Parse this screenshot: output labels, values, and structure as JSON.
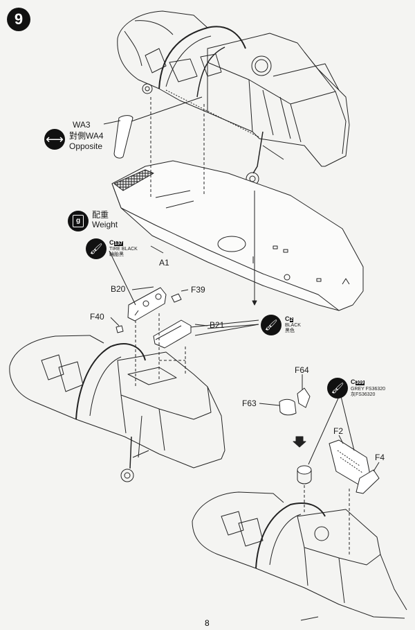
{
  "step": {
    "number": "9"
  },
  "labels": {
    "wa3": "WA3",
    "wa4": "對側WA4",
    "opposite": "Opposite",
    "weight_cn": "配重",
    "weight_en": "Weight",
    "weight_glyph": "g",
    "a1": "A1",
    "b20": "B20",
    "f39": "F39",
    "f40": "F40",
    "b21": "B21",
    "f64": "F64",
    "f63": "F63",
    "f2": "F2",
    "f4": "F4"
  },
  "paints": {
    "tire": {
      "code": "C",
      "num": "137",
      "en": "TIRE BLACK",
      "cn": "輪胎黑"
    },
    "black": {
      "code": "C",
      "num": "2",
      "en": "BLACK",
      "cn": "黑色"
    },
    "grey": {
      "code": "C",
      "num": "309",
      "en": "GREY FS36320",
      "cn": "灰FS36320"
    }
  },
  "page_number": "8",
  "icons": {
    "swap": "double-arrow-icon",
    "weight": "weight-icon",
    "paint": "paint-brush-icon",
    "down_arrow": "down-arrow-icon"
  }
}
